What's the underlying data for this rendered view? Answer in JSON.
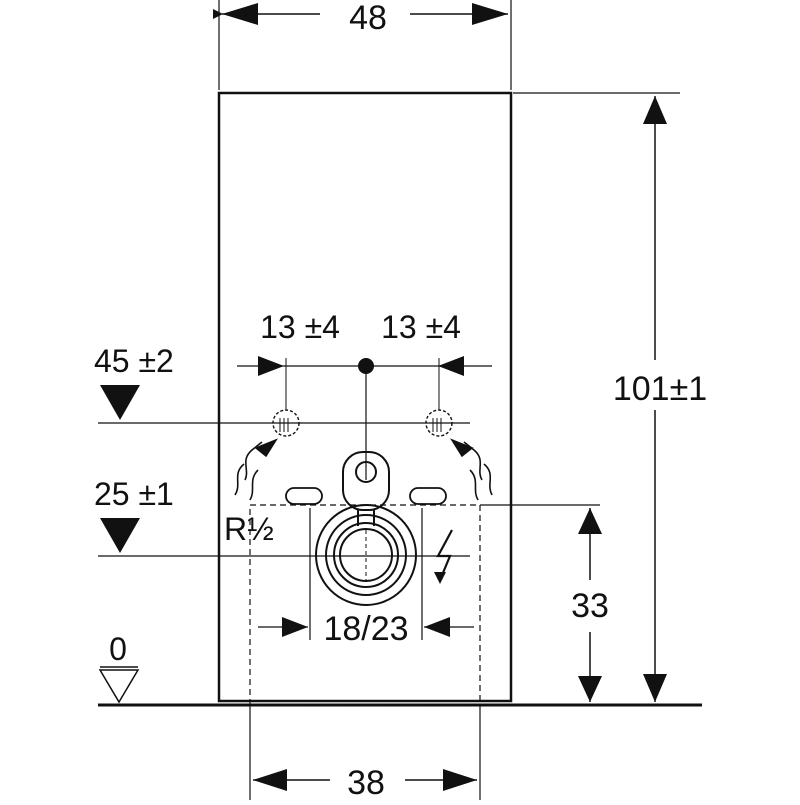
{
  "drawing": {
    "width_label": "48",
    "height_label": "101±1",
    "spacing_left": "13 ±4",
    "spacing_right": "13 ±4",
    "supply_height": "45 ±2",
    "connection_height": "25 ±1",
    "connection_thread": "R½",
    "drain_label": "18/23",
    "niche_height": "33",
    "floor_level": "0",
    "bottom_width": "38"
  },
  "colors": {
    "line": "#111111",
    "background": "#ffffff"
  }
}
